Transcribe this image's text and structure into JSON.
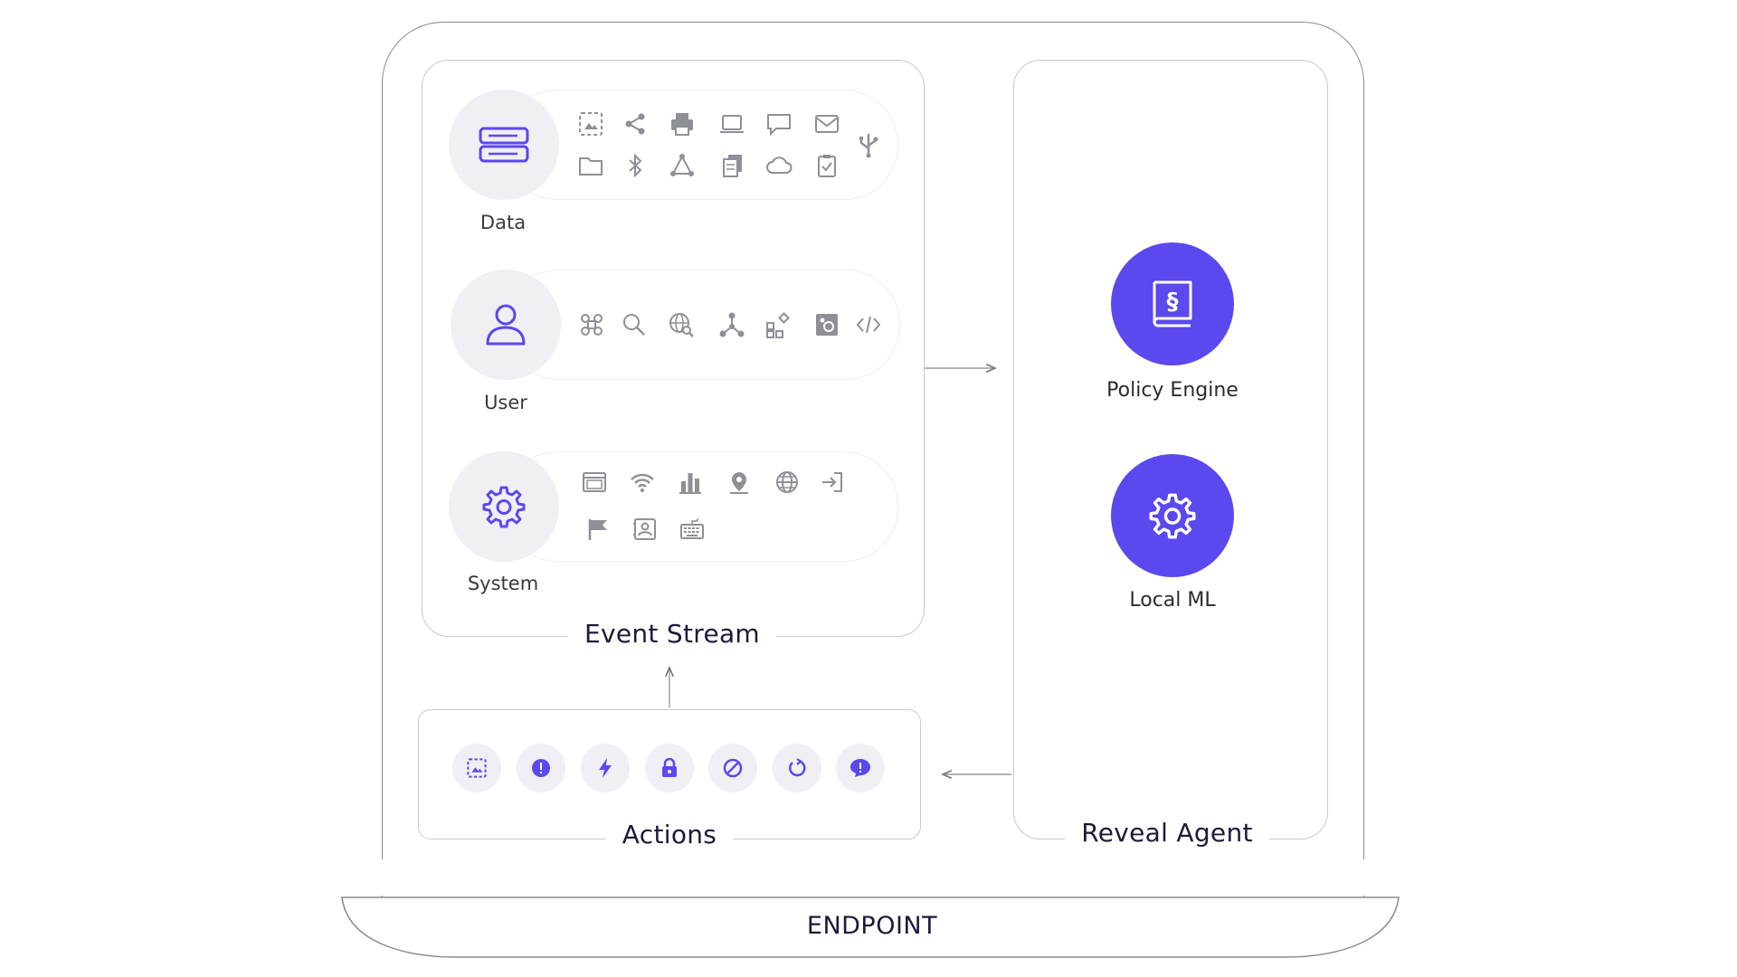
{
  "event_stream": {
    "title": "Event Stream",
    "rows": [
      {
        "label": "Data"
      },
      {
        "label": "User"
      },
      {
        "label": "System"
      }
    ]
  },
  "actions": {
    "title": "Actions"
  },
  "reveal_agent": {
    "title": "Reveal Agent",
    "policy_engine_label": "Policy Engine",
    "local_ml_label": "Local ML"
  },
  "endpoint": {
    "label": "ENDPOINT"
  },
  "colors": {
    "accent": "#5b48ee",
    "icon_gray": "#8f8f96",
    "bubble": "#efeff4"
  }
}
